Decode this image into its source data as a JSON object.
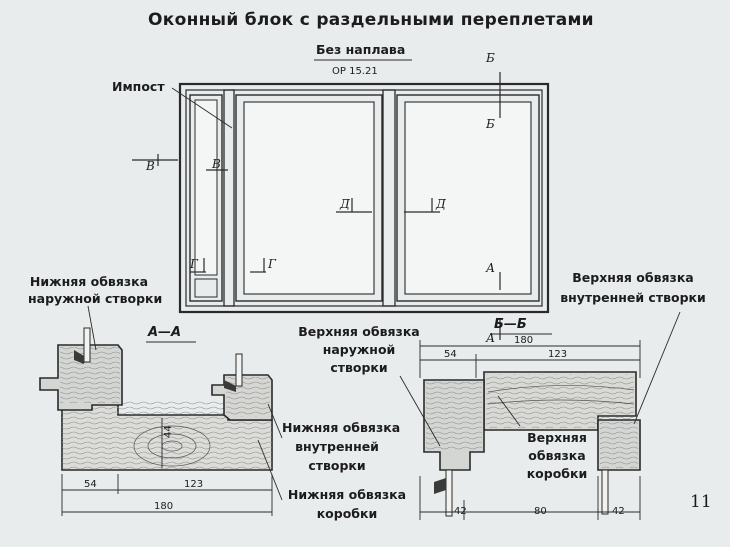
{
  "title": "Оконный блок   с раздельными переплетами",
  "front_view": {
    "caption": "Без наплава",
    "mark": "ОР 15.21",
    "impost_label": "Импост"
  },
  "cut_marks": {
    "B_top": "Б",
    "B_bottom": "Б",
    "V_left": "В",
    "V_right": "В",
    "G_left": "Г",
    "G_right": "Г",
    "D_left": "Д",
    "D_right": "Д",
    "A_top": "А",
    "A_bottom": "А"
  },
  "section_aa": {
    "name": "А—А",
    "label_outer_sash_bottom": [
      "Нижняя обвязка",
      "наружной створки"
    ],
    "label_inner_sash_bottom": [
      "Нижняя обвязка",
      "внутренней",
      "створки"
    ],
    "label_frame_bottom": [
      "Нижняя обвязка",
      "коробки"
    ],
    "dims": {
      "d54": "54",
      "d123": "123",
      "d180": "180",
      "d44": "44"
    }
  },
  "section_bb": {
    "name": "Б—Б",
    "label_outer_sash_top": [
      "Верхняя обвязка",
      "наружной",
      "створки"
    ],
    "label_inner_sash_top": [
      "Верхняя обвязка",
      "внутренней створки"
    ],
    "label_frame_top": [
      "Верхняя",
      "обвязка",
      "коробки"
    ],
    "dims": {
      "d180": "180",
      "d54": "54",
      "d123": "123",
      "d42a": "42",
      "d80": "80",
      "d42b": "42"
    }
  },
  "page_number": "11"
}
